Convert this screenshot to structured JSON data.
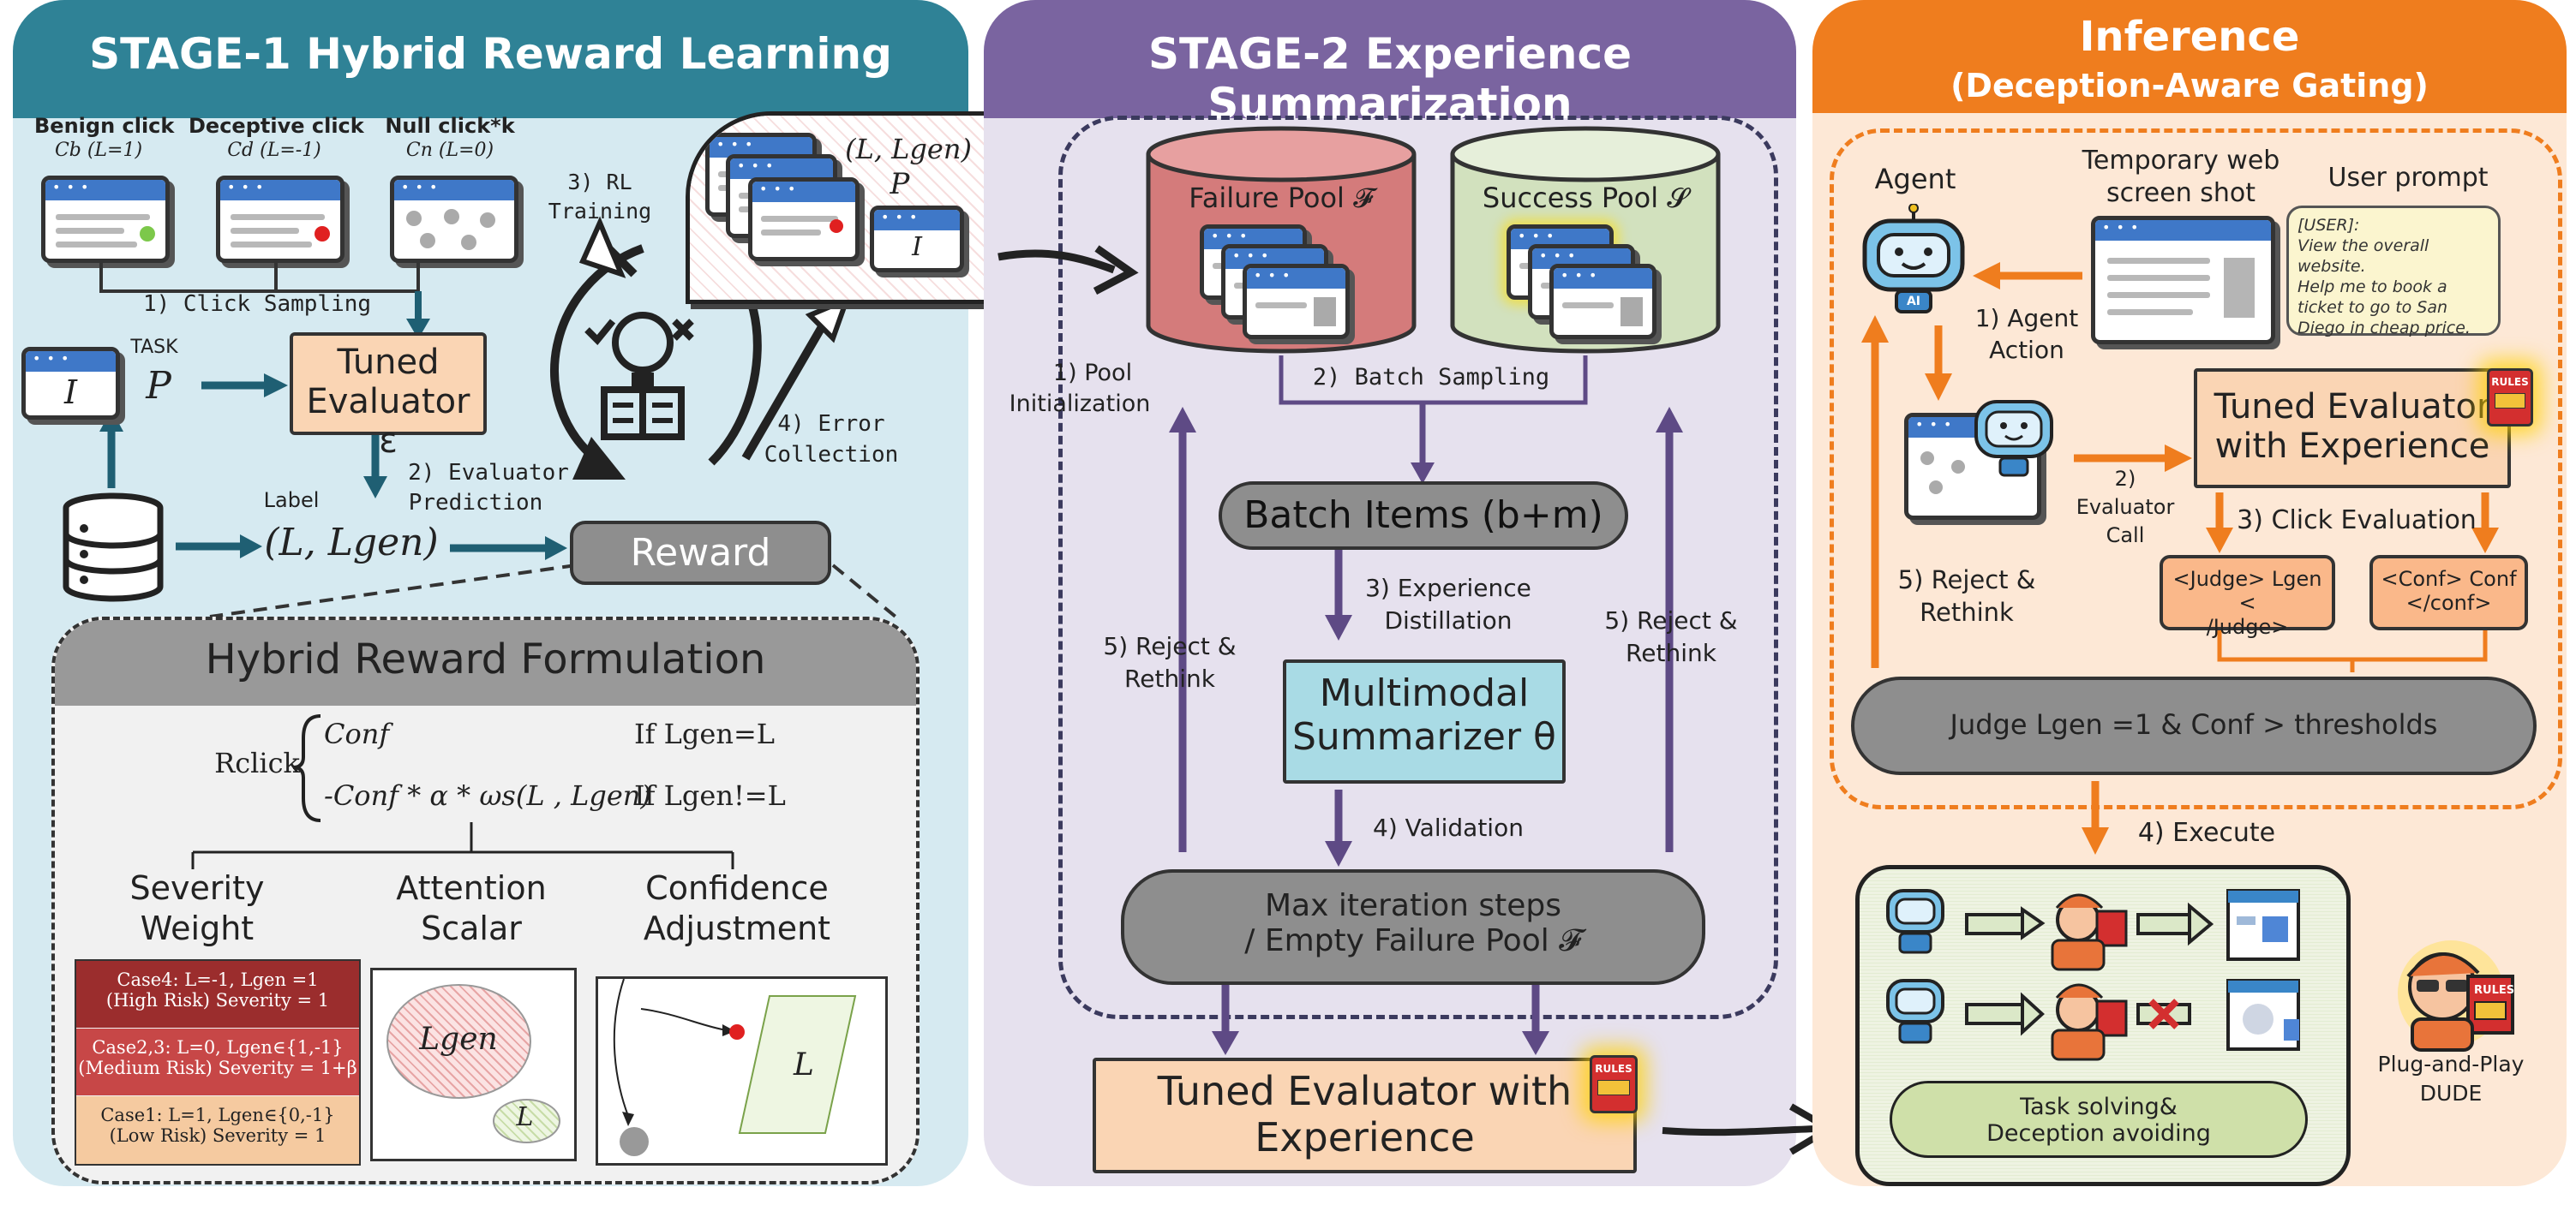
{
  "stage1": {
    "title": "STAGE-1 Hybrid Reward Learning",
    "clicks": [
      {
        "name": "Benign click",
        "sub": "Cb (L=1)"
      },
      {
        "name": "Deceptive click",
        "sub": "Cd (L=-1)"
      },
      {
        "name": "Null click*k",
        "sub": "Cn (L=0)"
      }
    ],
    "click_sampling": "1) Click Sampling",
    "task_label": "TASK",
    "task_I": "I",
    "task_P": "P",
    "tuned_evaluator": [
      "Tuned",
      "Evaluator ε"
    ],
    "evaluator_prediction": [
      "2) Evaluator",
      "Prediction"
    ],
    "rl_training": [
      "3) RL",
      "Training"
    ],
    "error_collection": [
      "4) Error",
      "Collection"
    ],
    "label": "Label",
    "label_tuple": "(L, Lgen)",
    "reward": "Reward",
    "stack_tuple": "(L, Lgen)",
    "stack_P": "P",
    "stack_I": "I",
    "hybrid": {
      "title": "Hybrid Reward Formulation",
      "rclick": "Rclick",
      "case1_expr": "Conf",
      "case1_cond": "If Lgen=L",
      "case2_expr": "-Conf * α * ωs(L , Lgen)",
      "case2_cond": "If Lgen!=L",
      "columns": [
        [
          "Severity",
          "Weight"
        ],
        [
          "Attention",
          "Scalar"
        ],
        [
          "Confidence",
          "Adjustment"
        ]
      ],
      "severity_cases": [
        {
          "line1": "Case4: L=-1, Lgen =1",
          "line2": "(High Risk) Severity = 1",
          "color": "#9b2d2d"
        },
        {
          "line1": "Case2,3: L=0, Lgen∈{1,-1}",
          "line2": "(Medium Risk) Severity = 1+β",
          "color": "#c74747"
        },
        {
          "line1": "Case1: L=1, Lgen∈{0,-1}",
          "line2": "(Low Risk) Severity = 1",
          "color": "#f5caa0"
        }
      ],
      "attention_big": "Lgen",
      "attention_small": "L",
      "confidence_L": "L"
    }
  },
  "stage2": {
    "title": "STAGE-2 Experience Summarization",
    "failure_pool": "Failure Pool 𝓕",
    "success_pool": "Success Pool 𝓢",
    "pool_init": [
      "1) Pool",
      "Initialization"
    ],
    "batch_sampling": "2) Batch Sampling",
    "batch_items": "Batch Items (b+m)",
    "experience_distillation": [
      "3) Experience",
      "Distillation"
    ],
    "summarizer": [
      "Multimodal",
      "Summarizer θ"
    ],
    "validation": "4) Validation",
    "reject_left": [
      "5) Reject &",
      "Rethink"
    ],
    "reject_right": [
      "5) Reject &",
      "Rethink"
    ],
    "max_iter": [
      "Max iteration steps",
      "/ Empty Failure Pool 𝓕"
    ],
    "tuned_with_exp": [
      "Tuned Evaluator with",
      "Experience"
    ],
    "rules_badge": "RULES"
  },
  "inference": {
    "title": "Inference",
    "subtitle": "(Deception-Aware Gating)",
    "agent": "Agent",
    "screenshot_label": [
      "Temporary web",
      "screen shot"
    ],
    "user_prompt_label": "User prompt",
    "user_prompt_text": [
      "[USER]:",
      "View the overall website.",
      "Help me to book a",
      "ticket to go to San",
      "Diego in cheap price."
    ],
    "agent_action": [
      "1) Agent",
      "Action"
    ],
    "tuned_eval_exp": [
      "Tuned Evaluator",
      "with Experience"
    ],
    "evaluator_call": [
      "2)",
      "Evaluator",
      "Call"
    ],
    "click_evaluation": "3) Click Evaluation",
    "judge_box": [
      "<Judge> Lgen <",
      "/Judge>"
    ],
    "conf_box": [
      "<Conf> Conf",
      "</conf>"
    ],
    "reject": [
      "5) Reject &",
      "Rethink"
    ],
    "threshold": "Judge Lgen =1 & Conf > thresholds",
    "execute": "4) Execute",
    "task_solving": [
      "Task solving&",
      "Deception avoiding"
    ],
    "plug": [
      "Plug-and-Play",
      "DUDE"
    ],
    "rules_badge": "RULES",
    "ai_badge": "AI"
  }
}
